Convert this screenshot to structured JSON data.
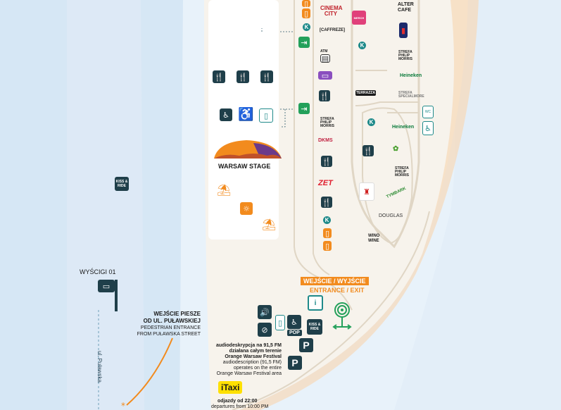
{
  "stage": {
    "name": "WARSAW STAGE"
  },
  "kiss_ride_left": "KISS & RIDE",
  "bus_stop": {
    "label": "WYŚCIGI 01"
  },
  "street": "ul. Puławska",
  "pedestrian": {
    "pl": "WEJŚCIE PIESZE OD UL. PUŁAWSKIEJ",
    "pl_line1": "WEJŚCIE PIESZE",
    "pl_line2": "OD UL. PUŁAWSKIEJ",
    "en_line1": "PEDESTRIAN ENTRANCE",
    "en_line2": "FROM PUŁAWSKA STREET"
  },
  "entrance": {
    "pl": "WEJŚCIE / WYJŚCIE",
    "en": "ENTRANCE / EXIT"
  },
  "audio": {
    "pl_line1": "audiodeskrypcja na 91,5 FM",
    "pl_line2": "działana całym terenie",
    "pl_line3": "Orange Warsaw Festival",
    "en_line1": "audiodescription (91,5 FM)",
    "en_line2": "operates on the entire",
    "en_line3": "Orange Warsaw Festival area"
  },
  "taxi": {
    "brand": "iTaxi",
    "pl": "odjazdy od 22:00",
    "en": "departures from 10:00 PM"
  },
  "pop_label": "POP",
  "kiss_ride_right": "KISS & RIDE",
  "vendors": {
    "cinema_city": "CINEMA CITY",
    "caffreze": "[CAFFREZE]",
    "merch": "MERCH",
    "alter_cafe": "ALTER CAFE",
    "strefa_pm": "STREFA PHILIP MORRIS",
    "heineken": "Heineken",
    "terrazza": "TERRAZZA",
    "strefa_special": "STREFA SPECIALMORE",
    "dkms": "DKMS",
    "zet": "ZET",
    "tymbark": "TYMBARK",
    "douglas": "DOUGLAS",
    "wino": "WINO WINE",
    "atm": "ATM",
    "wc": "WC"
  },
  "icons": {
    "food": "fork-knife-icon",
    "accessible": "wheelchair-icon",
    "exit": "emergency-exit-icon",
    "k_point": "k-circle-icon",
    "parking": "parking-icon",
    "info": "info-icon",
    "bus": "bus-icon",
    "phone_charge": "phone-charging-icon",
    "hearing": "hearing-loop-icon",
    "deck_chair": "deck-chair-icon",
    "tree": "tree-meeting-point-icon"
  },
  "colors": {
    "water": "#e8f2fa",
    "accent_orange": "#f28b1e",
    "dark_icon": "#1f3f4a",
    "path_line": "#e0d6c5"
  }
}
